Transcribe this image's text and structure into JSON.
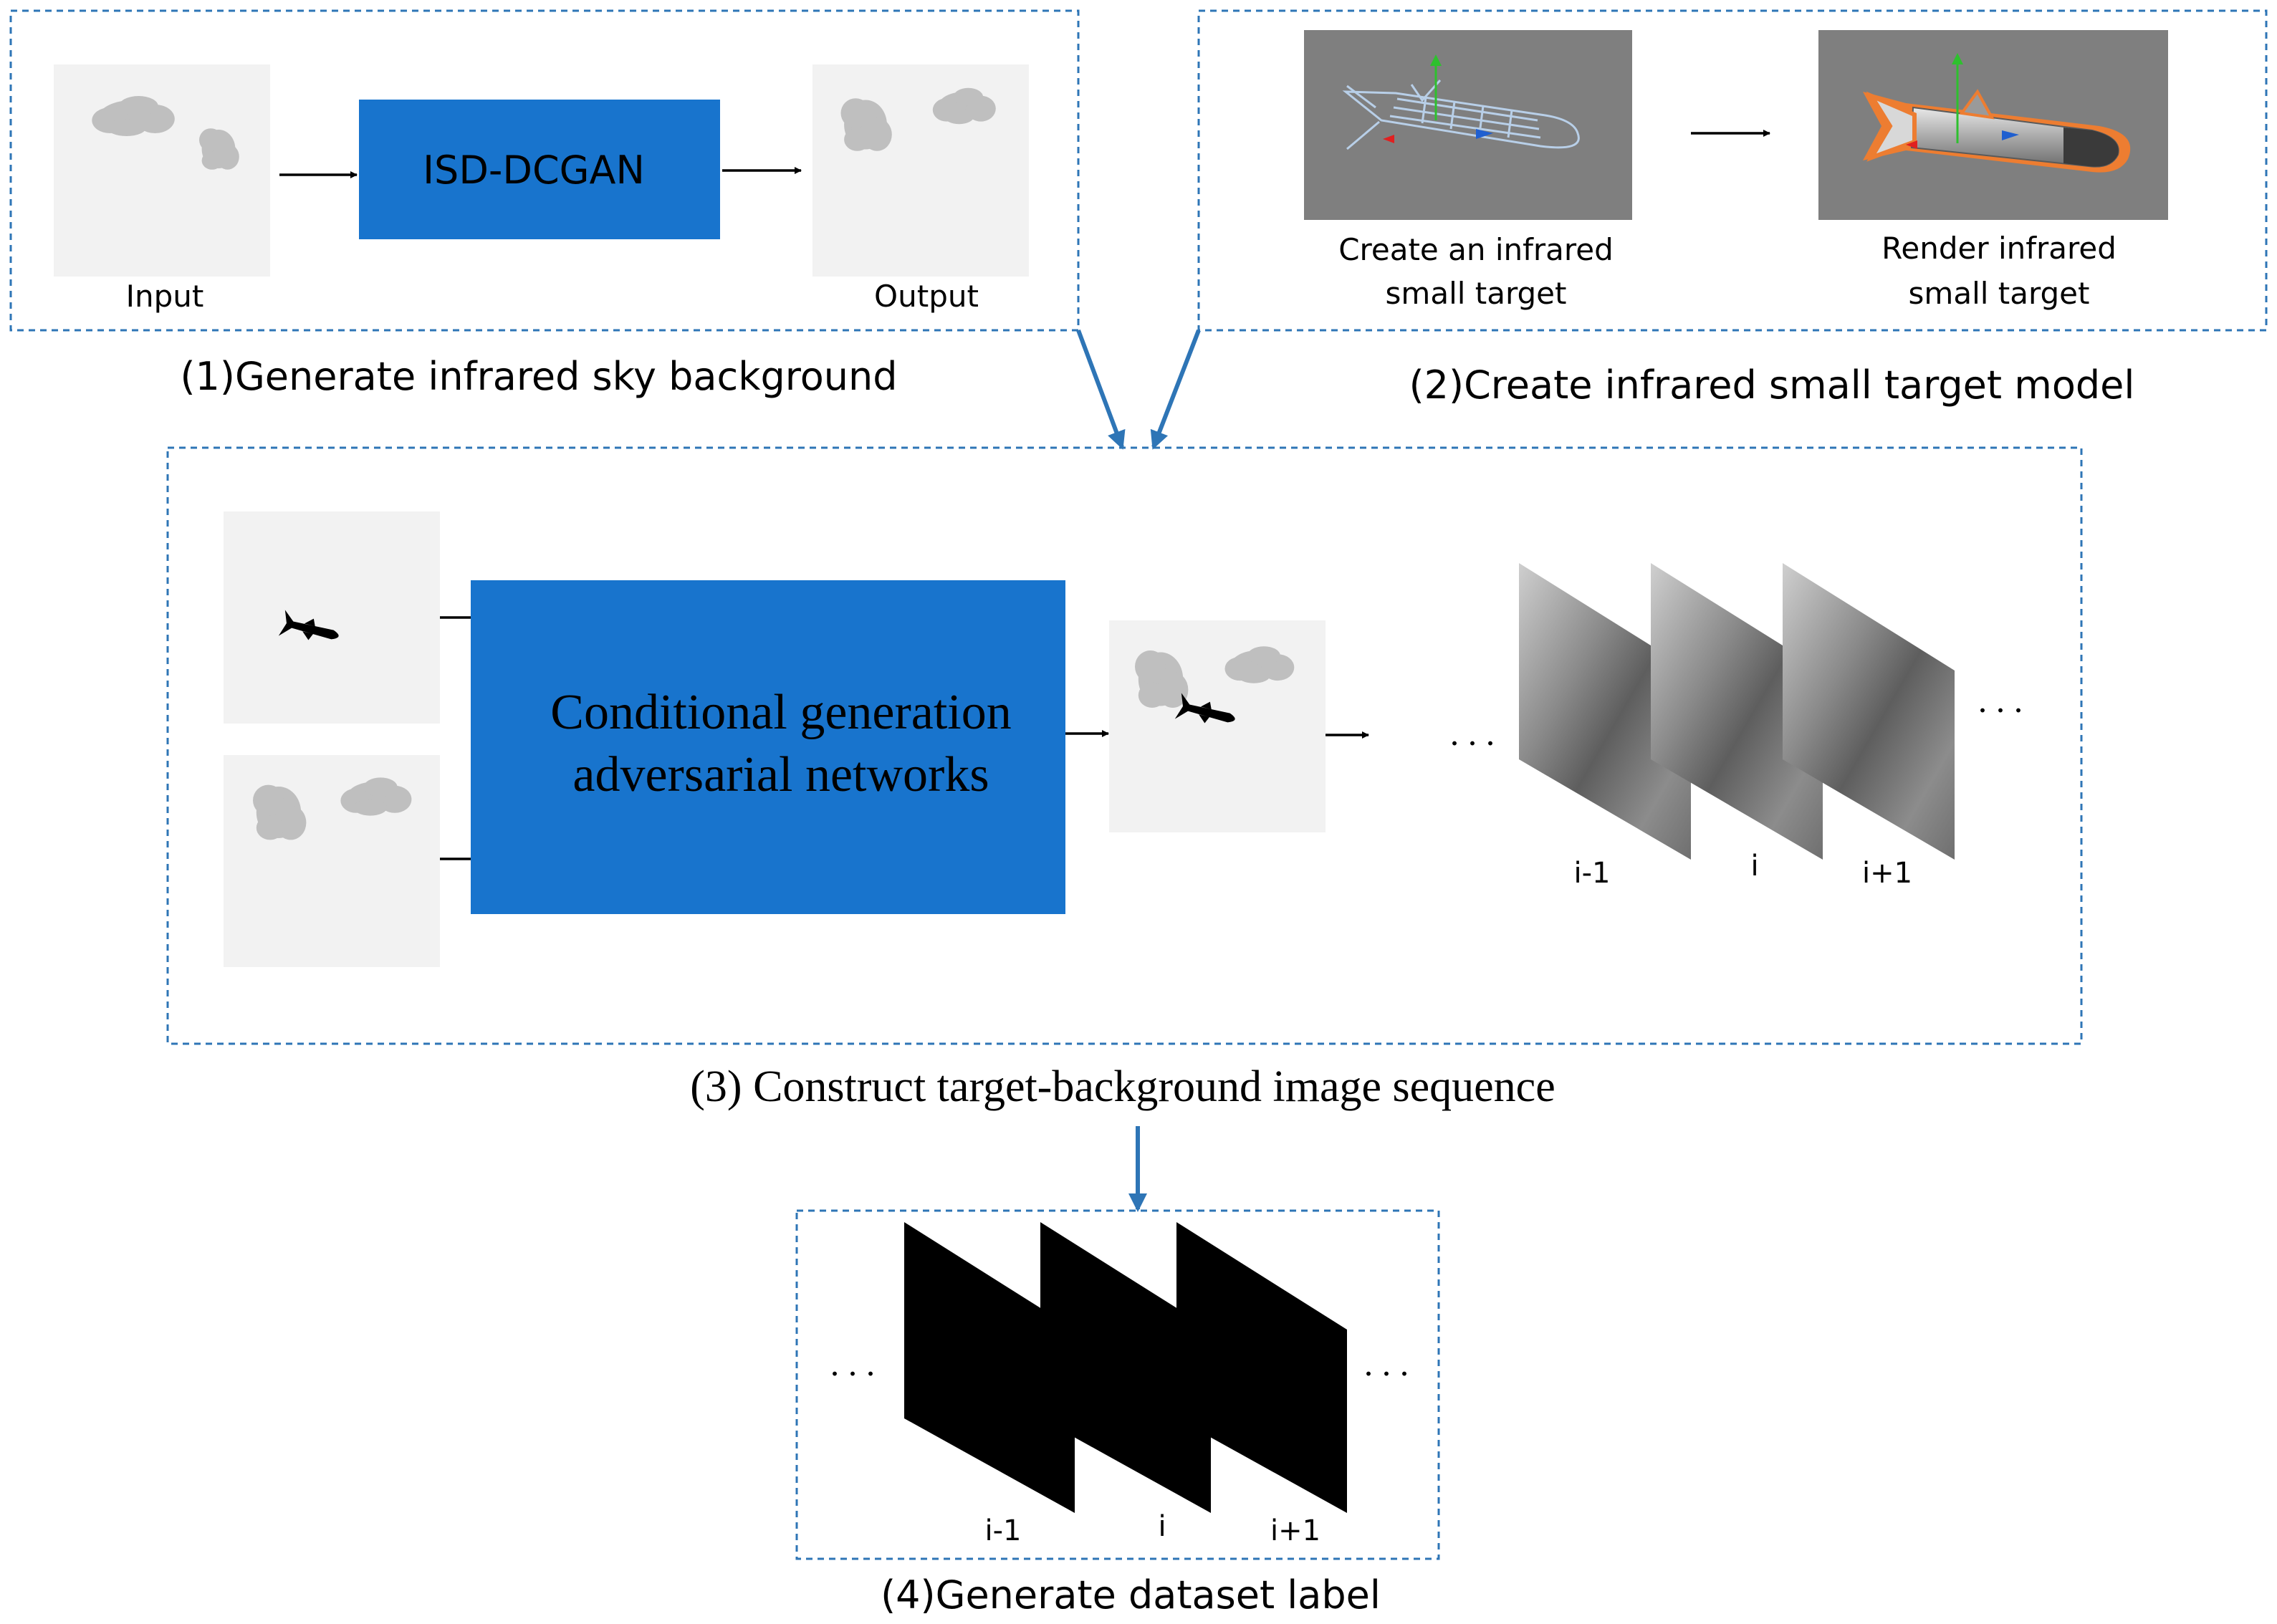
{
  "colors": {
    "box_fill": "#1874cd",
    "dashed_border": "#2e75b6",
    "panel": "#f2f2f2",
    "cloud": "#bfbfbf",
    "render_bg": "#808080",
    "highlight": "#ed7d31"
  },
  "stage1": {
    "caption": "(1)Generate infrared sky background",
    "box_label": "ISD-DCGAN",
    "input_label": "Input",
    "output_label": "Output"
  },
  "stage2": {
    "caption": "(2)Create infrared small target model",
    "create_label_line1": "Create an infrared",
    "create_label_line2": "small target",
    "render_label_line1": "Render infrared",
    "render_label_line2": "small target"
  },
  "stage3": {
    "caption": "(3) Construct target-background  image  sequence",
    "box_label_line1": "Conditional generation",
    "box_label_line2": "adversarial networks",
    "ellipsis_left": ". . .",
    "ellipsis_right": ". . .",
    "frame_labels": [
      "i-1",
      "i",
      "i+1"
    ]
  },
  "stage4": {
    "caption": "(4)Generate dataset label",
    "ellipsis_left": ". . .",
    "ellipsis_right": ". . .",
    "frame_labels": [
      "i-1",
      "i",
      "i+1"
    ]
  }
}
